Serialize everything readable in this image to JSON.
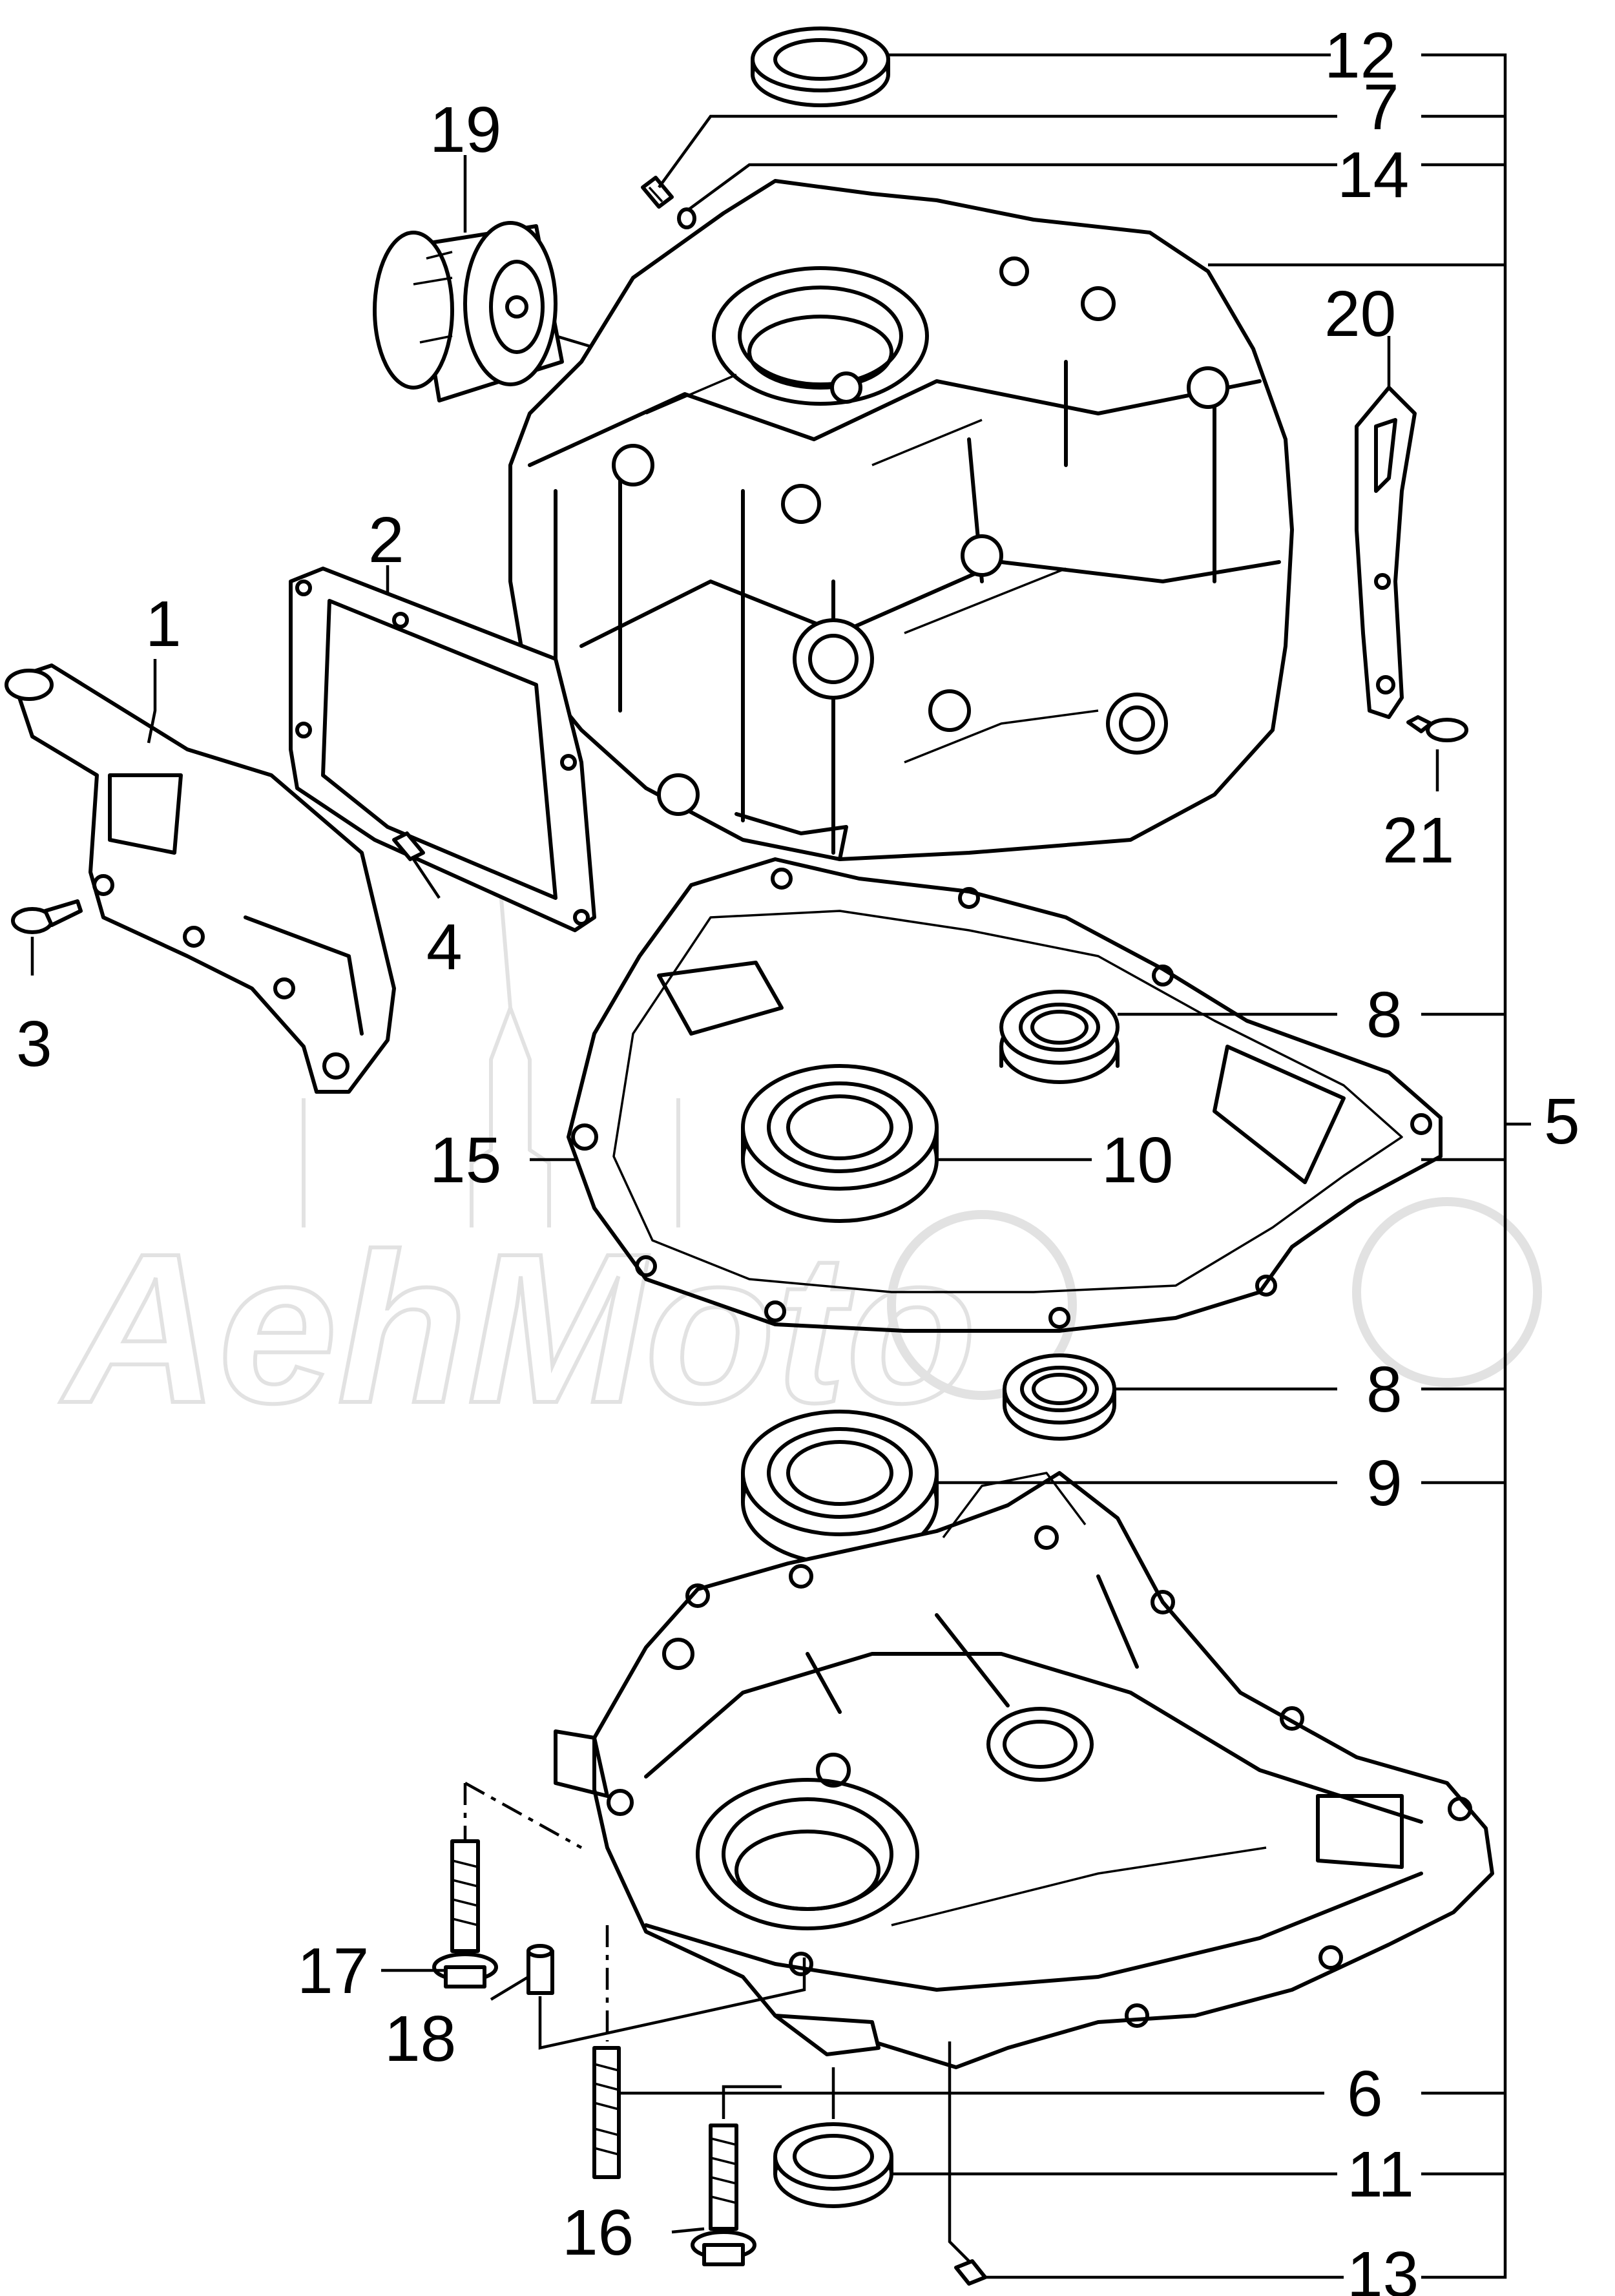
{
  "watermark": {
    "text": "AehMoto"
  },
  "callouts": {
    "c1": "1",
    "c2": "2",
    "c3": "3",
    "c4": "4",
    "c5": "5",
    "c6": "6",
    "c7": "7",
    "c8a": "8",
    "c8b": "8",
    "c9": "9",
    "c10": "10",
    "c11": "11",
    "c12": "12",
    "c13": "13",
    "c14": "14",
    "c15": "15",
    "c16": "16",
    "c17": "17",
    "c18": "18",
    "c19": "19",
    "c20": "20",
    "c21": "21"
  }
}
